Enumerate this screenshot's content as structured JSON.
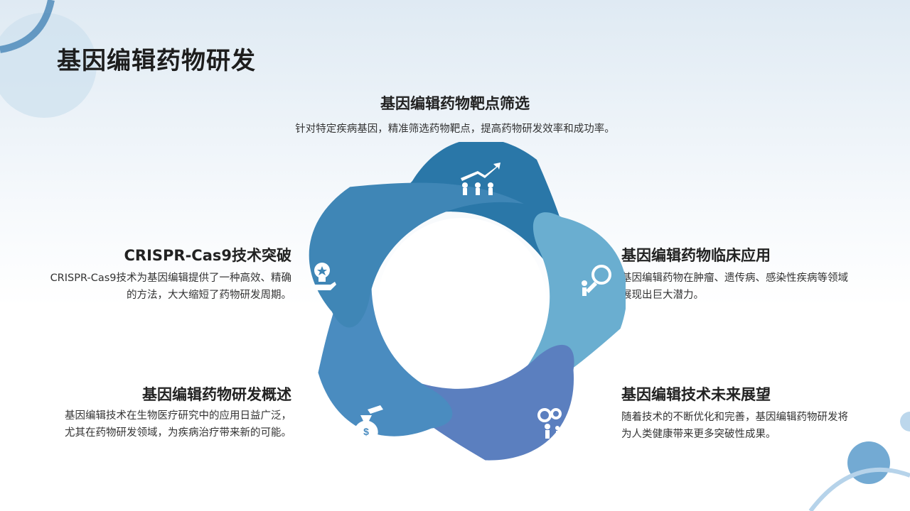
{
  "title": "基因编辑药物研发",
  "sections": {
    "top": {
      "title": "基因编辑药物靶点筛选",
      "text": "针对特定疾病基因，精准筛选药物靶点，提高药物研发效率和成功率。"
    },
    "upper_left": {
      "title": "CRISPR-Cas9技术突破",
      "text": "CRISPR-Cas9技术为基因编辑提供了一种高效、精确的方法，大大缩短了药物研发周期。"
    },
    "upper_right": {
      "title": "基因编辑药物临床应用",
      "text": "基因编辑药物在肿瘤、遗传病、感染性疾病等领域展现出巨大潜力。"
    },
    "lower_left": {
      "title": "基因编辑药物研发概述",
      "text": "基因编辑技术在生物医疗研究中的应用日益广泛，尤其在药物研发领域，为疾病治疗带来新的可能。"
    },
    "lower_right": {
      "title": "基因编辑技术未来展望",
      "text": "随着技术的不断优化和完善，基因编辑药物研发将为人类健康带来更多突破性成果。"
    }
  },
  "petals": [
    {
      "icon": "teamwork-growth-icon",
      "color": "#2a77a8"
    },
    {
      "icon": "magnifier-person-icon",
      "color": "#6aaed0"
    },
    {
      "icon": "gears-person-icon",
      "color": "#5b7fbf"
    },
    {
      "icon": "money-bag-icon",
      "color": "#4a8cc0"
    },
    {
      "icon": "lightbulb-hand-icon",
      "color": "#3f86b6"
    }
  ]
}
